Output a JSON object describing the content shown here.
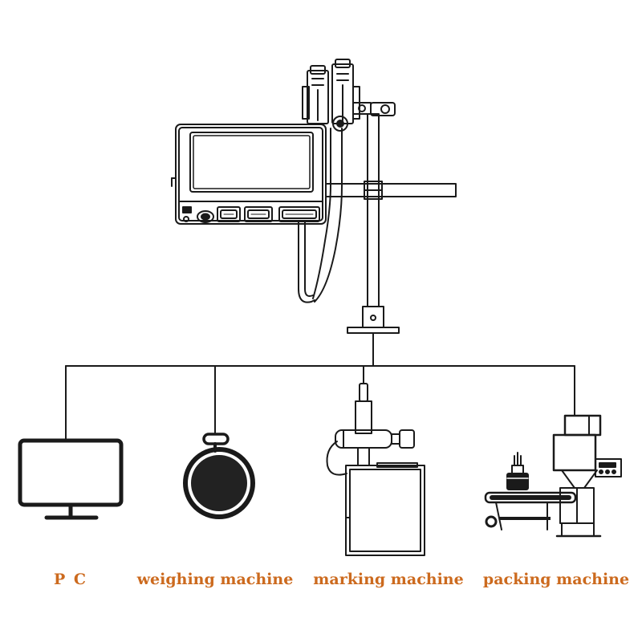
{
  "diagram": {
    "colors": {
      "line": "#1a1a1a",
      "label": "#cc6a1e",
      "fill_dark": "#222222"
    },
    "center_device": {
      "icon": "inkjet-printer-icon"
    },
    "nodes": [
      {
        "id": "pc",
        "label": "P C",
        "icon": "monitor-icon"
      },
      {
        "id": "weighing",
        "label": "weighing machine",
        "icon": "scale-icon"
      },
      {
        "id": "marking",
        "label": "marking machine",
        "icon": "marking-machine-icon"
      },
      {
        "id": "packing",
        "label": "packing machine",
        "icon": "packing-machine-icon"
      }
    ]
  }
}
